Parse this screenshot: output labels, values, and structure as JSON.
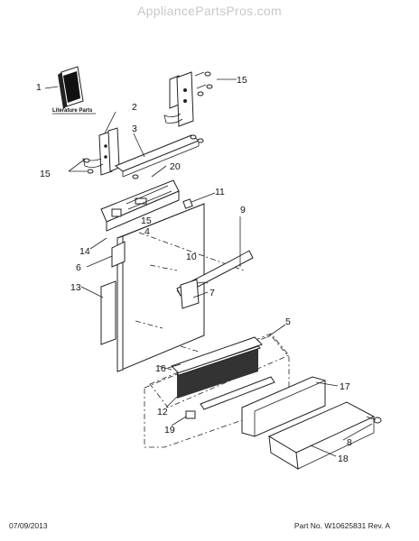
{
  "watermark": "AppliancePartsPros.com",
  "footer": {
    "date": "07/09/2013",
    "part_info": "Part No. W10625831  Rev. A"
  },
  "diagram": {
    "literature_caption": "Literature Parts",
    "callouts": [
      "1",
      "2",
      "3",
      "4",
      "5",
      "6",
      "7",
      "8",
      "9",
      "10",
      "11",
      "12",
      "13",
      "14",
      "15",
      "15",
      "15",
      "16",
      "17",
      "18",
      "19",
      "20"
    ]
  }
}
